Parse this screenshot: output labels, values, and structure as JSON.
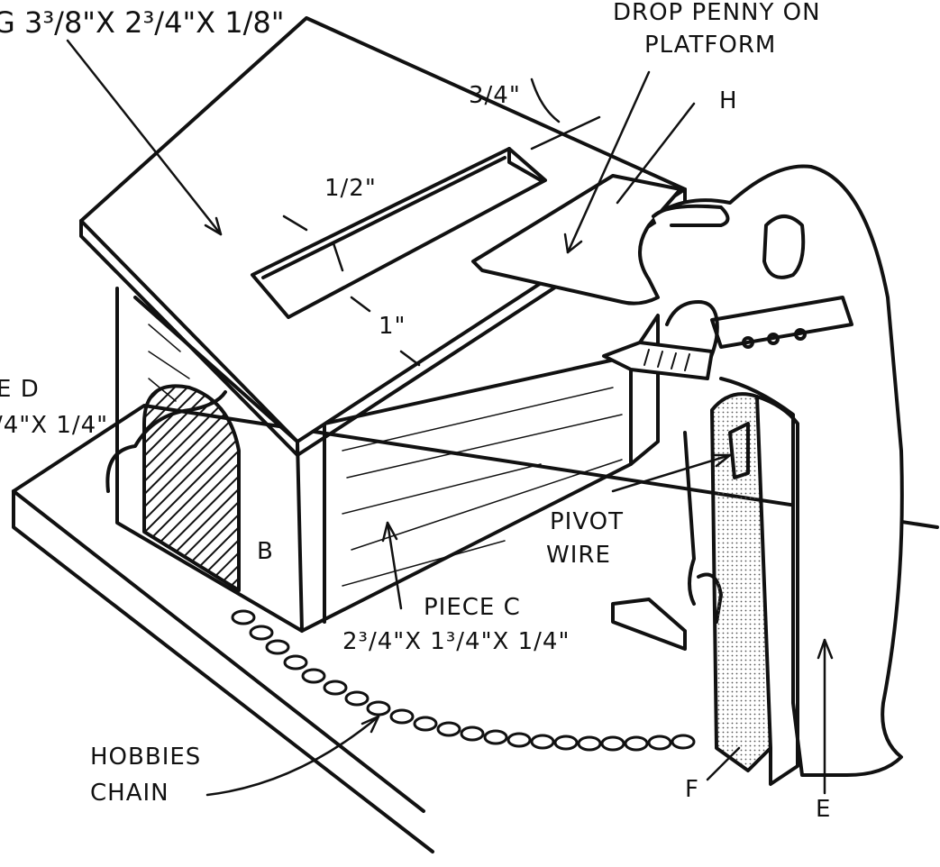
{
  "diagram": {
    "labels": {
      "roof_dims": "G 3³/8\"X 2³/4\"X 1/8\"",
      "drop_penny": "DROP  PENNY  ON",
      "platform": "PLATFORM",
      "slot_offset": "3/4\"",
      "slot_width": "1/2\"",
      "edge_offset": "1\"",
      "piece_h": "H",
      "piece_d": "E  D",
      "piece_d_dims": "/4\"X 1/4\"",
      "piece_b": "B",
      "pivot_line1": "PIVOT",
      "pivot_line2": "WIRE",
      "piece_c_line1": "PIECE  C",
      "piece_c_line2": "2³/4\"X 1³/4\"X 1/4\"",
      "chain_line1": "HOBBIES",
      "chain_line2": "CHAIN",
      "piece_f": "F",
      "piece_e": "E"
    },
    "colors": {
      "ink": "#111111",
      "paper": "#ffffff"
    }
  }
}
